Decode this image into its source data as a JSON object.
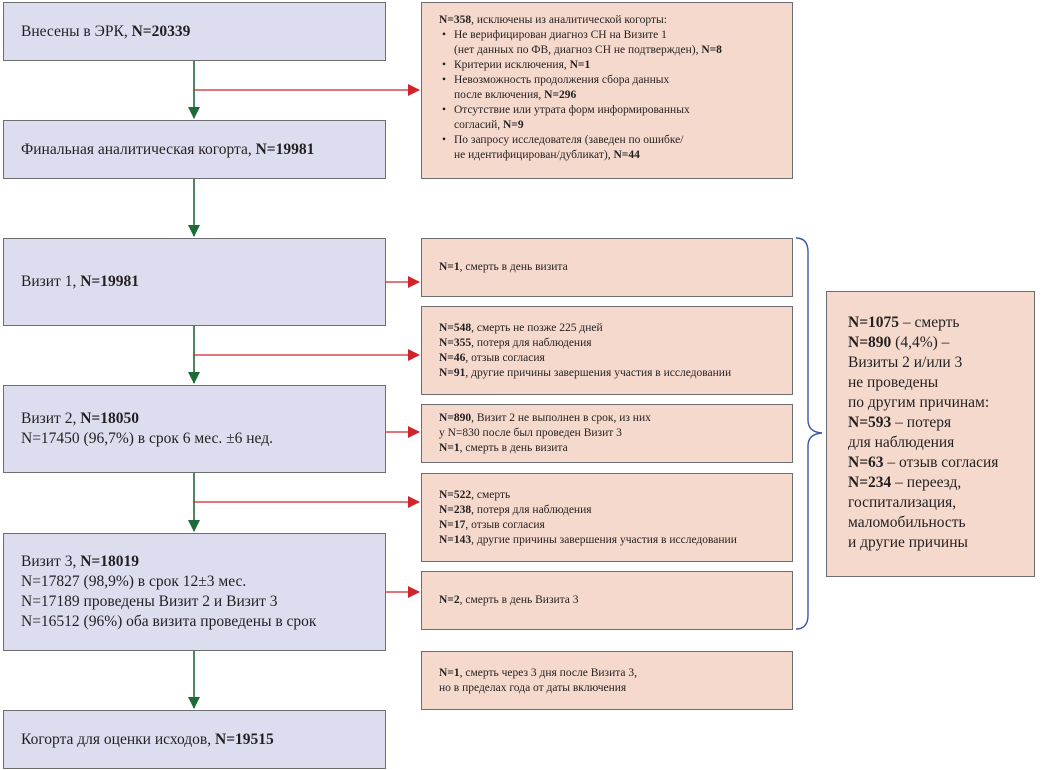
{
  "colors": {
    "blue_box": "#dcdef0",
    "pink_box": "#f5d9cc",
    "green_arrow": "#1e6b3a",
    "red_arrow": "#d2232a",
    "bracket": "#3a5aa8"
  },
  "main": {
    "b0": [
      {
        "t": "Внесены в ЭРК, ",
        "b": false
      },
      {
        "t": "N=20339",
        "b": true
      }
    ],
    "b1": [
      {
        "t": "Финальная аналитическая когорта, ",
        "b": false
      },
      {
        "t": "N=19981",
        "b": true
      }
    ],
    "b2": [
      {
        "t": "Визит 1, ",
        "b": false
      },
      {
        "t": "N=19981",
        "b": true
      }
    ],
    "b3a": [
      {
        "t": "Визит 2, ",
        "b": false
      },
      {
        "t": "N=18050",
        "b": true
      }
    ],
    "b3b": "N=17450 (96,7%) в срок 6 мес. ±6 нед.",
    "b4a": [
      {
        "t": "Визит 3, ",
        "b": false
      },
      {
        "t": "N=18019",
        "b": true
      }
    ],
    "b4b": "N=17827 (98,9%) в срок 12±3 мес.",
    "b4c": "N=17189 проведены Визит 2 и Визит 3",
    "b4d": "N=16512 (96%) оба визита проведены в срок",
    "b5": [
      {
        "t": "Когорта для оценки исходов, ",
        "b": false
      },
      {
        "t": "N=19515",
        "b": true
      }
    ]
  },
  "excl": {
    "header": [
      {
        "t": "N=358",
        "b": true
      },
      {
        "t": ", исключены из аналитической когорты:",
        "b": false
      }
    ],
    "items": [
      {
        "l1": [
          {
            "t": "Не верифицирован диагноз СН на Визите 1",
            "b": false
          }
        ],
        "l2": [
          {
            "t": "(нет данных по ФВ, диагноз СН не подтвержден), ",
            "b": false
          },
          {
            "t": "N=8",
            "b": true
          }
        ]
      },
      {
        "l1": [
          {
            "t": "Критерии исключения, ",
            "b": false
          },
          {
            "t": "N=1",
            "b": true
          }
        ],
        "l2": []
      },
      {
        "l1": [
          {
            "t": "Невозможность продолжения сбора данных",
            "b": false
          }
        ],
        "l2": [
          {
            "t": "после включения, ",
            "b": false
          },
          {
            "t": "N=296",
            "b": true
          }
        ]
      },
      {
        "l1": [
          {
            "t": "Отсутствие или утрата форм информированных",
            "b": false
          }
        ],
        "l2": [
          {
            "t": "согласий, ",
            "b": false
          },
          {
            "t": "N=9",
            "b": true
          }
        ]
      },
      {
        "l1": [
          {
            "t": "По запросу исследователя (заведен по ошибке/",
            "b": false
          }
        ],
        "l2": [
          {
            "t": "не идентифицирован/дубликат), ",
            "b": false
          },
          {
            "t": "N=44",
            "b": true
          }
        ]
      }
    ]
  },
  "side": {
    "p1": [
      [
        {
          "t": "N=1",
          "b": true
        },
        {
          "t": ", смерть в день визита",
          "b": false
        }
      ]
    ],
    "p2": [
      [
        {
          "t": "N=548",
          "b": true
        },
        {
          "t": ", смерть не позже 225 дней",
          "b": false
        }
      ],
      [
        {
          "t": "N=355",
          "b": true
        },
        {
          "t": ", потеря для наблюдения",
          "b": false
        }
      ],
      [
        {
          "t": "N=46",
          "b": true
        },
        {
          "t": ", отзыв согласия",
          "b": false
        }
      ],
      [
        {
          "t": "N=91",
          "b": true
        },
        {
          "t": ", другие причины завершения участия в исследовании",
          "b": false
        }
      ]
    ],
    "p3": [
      [
        {
          "t": "N=890",
          "b": true
        },
        {
          "t": ", Визит 2 не выполнен в срок, из них",
          "b": false
        }
      ],
      [
        {
          "t": "у N=830 после был проведен Визит 3",
          "b": false
        }
      ],
      [
        {
          "t": "N=1",
          "b": true
        },
        {
          "t": ", смерть в день визита",
          "b": false
        }
      ]
    ],
    "p4": [
      [
        {
          "t": "N=522",
          "b": true
        },
        {
          "t": ", смерть",
          "b": false
        }
      ],
      [
        {
          "t": "N=238",
          "b": true
        },
        {
          "t": ", потеря для наблюдения",
          "b": false
        }
      ],
      [
        {
          "t": "N=17",
          "b": true
        },
        {
          "t": ", отзыв согласия",
          "b": false
        }
      ],
      [
        {
          "t": "N=143",
          "b": true
        },
        {
          "t": ", другие причины завершения участия в исследовании",
          "b": false
        }
      ]
    ],
    "p5": [
      [
        {
          "t": "N=2",
          "b": true
        },
        {
          "t": ", смерть в день Визита 3",
          "b": false
        }
      ]
    ],
    "p6": [
      [
        {
          "t": "N=1",
          "b": true
        },
        {
          "t": ", смерть через 3 дня после Визита 3,",
          "b": false
        }
      ],
      [
        {
          "t": "но в пределах года от даты включения",
          "b": false
        }
      ]
    ]
  },
  "summary": [
    [
      {
        "t": "N=1075",
        "b": true
      },
      {
        "t": " – смерть",
        "b": false
      }
    ],
    [
      {
        "t": "N=890",
        "b": true
      },
      {
        "t": " (4,4%) –",
        "b": false
      }
    ],
    [
      {
        "t": "Визиты 2 и/или 3",
        "b": false
      }
    ],
    [
      {
        "t": "не проведены",
        "b": false
      }
    ],
    [
      {
        "t": "по другим причинам:",
        "b": false
      }
    ],
    [
      {
        "t": "N=593",
        "b": true
      },
      {
        "t": " – потеря",
        "b": false
      }
    ],
    [
      {
        "t": "для наблюдения",
        "b": false
      }
    ],
    [
      {
        "t": "N=63",
        "b": true
      },
      {
        "t": " – отзыв согласия",
        "b": false
      }
    ],
    [
      {
        "t": "N=234",
        "b": true
      },
      {
        "t": " – переезд,",
        "b": false
      }
    ],
    [
      {
        "t": "госпитализация,",
        "b": false
      }
    ],
    [
      {
        "t": "маломобильность",
        "b": false
      }
    ],
    [
      {
        "t": "и другие причины",
        "b": false
      }
    ]
  ]
}
